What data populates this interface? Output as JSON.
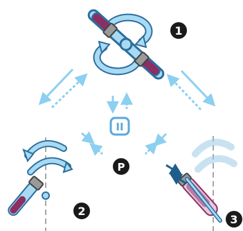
{
  "steps": [
    {
      "label": "1"
    },
    {
      "label": "2"
    },
    {
      "label": "3"
    }
  ],
  "pause_button": {
    "label": "II"
  },
  "park_marker": {
    "label": "P"
  },
  "colors": {
    "arrow_light": "#8ccff1",
    "rotor_fill": "#a9daf3",
    "rotor_stroke": "#2b6e9e",
    "tube_liquid": "#8c2e62",
    "tube_cap": "#9a9a9a",
    "badge": "#1a1a1a",
    "guide_line": "#a6a6a6"
  }
}
